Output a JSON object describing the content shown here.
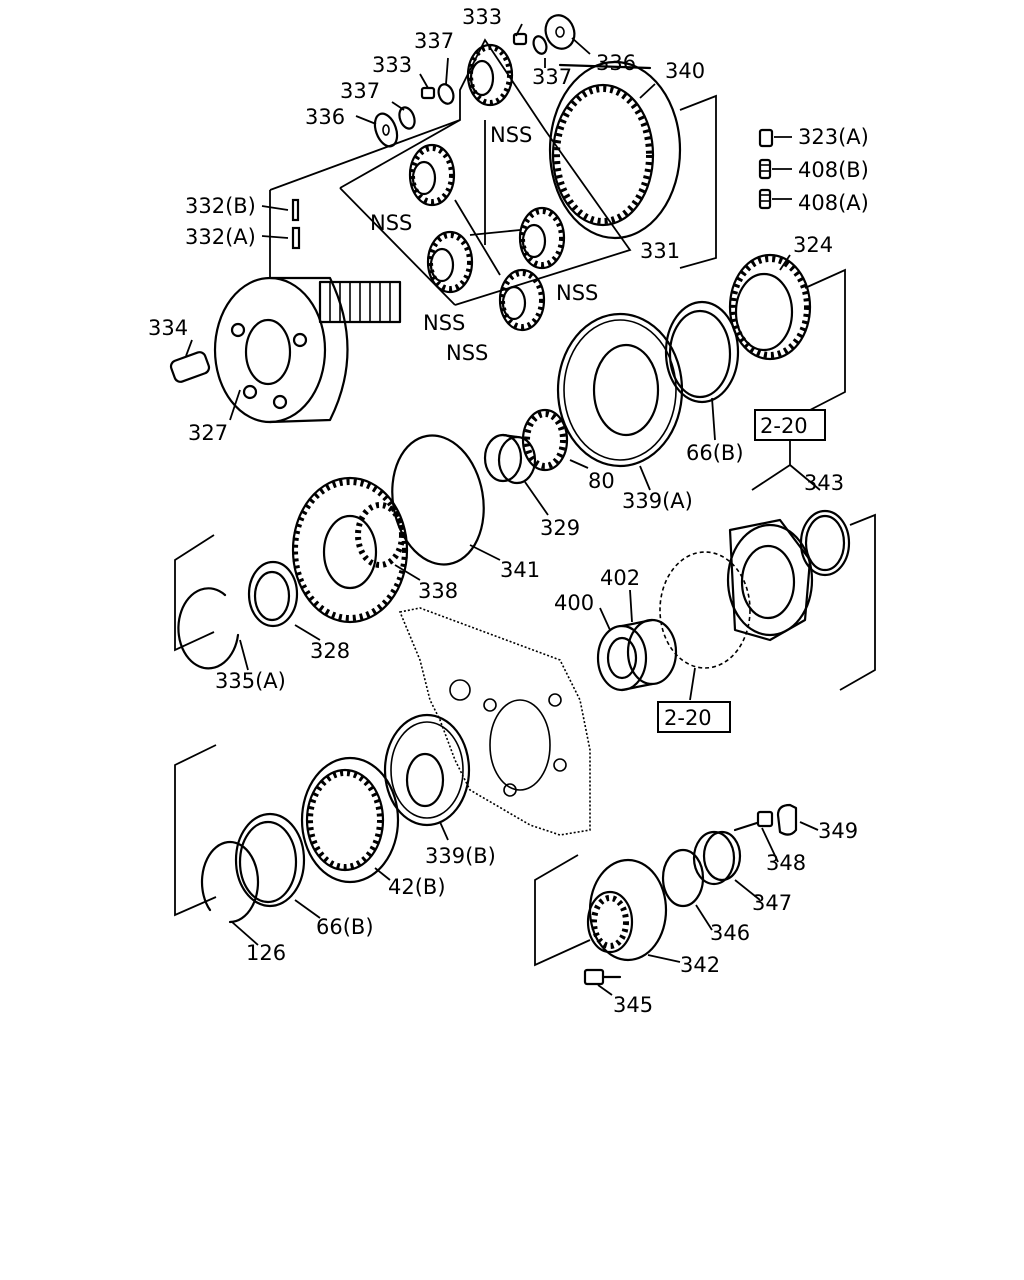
{
  "labels": {
    "p333a": "333",
    "p337a": "337",
    "p336a": "336",
    "p340": "340",
    "p333b": "333",
    "p337b": "337",
    "p337c": "337",
    "p336b": "336",
    "nss1": "NSS",
    "nss2": "NSS",
    "nss3": "NSS",
    "nss4": "NSS",
    "nss5": "NSS",
    "p323a": "323(A)",
    "p408b": "408(B)",
    "p408a": "408(A)",
    "p332b": "332(B)",
    "p332a": "332(A)",
    "p331": "331",
    "p324": "324",
    "p334": "334",
    "p327": "327",
    "p66b1": "66(B)",
    "p80": "80",
    "p339a": "339(A)",
    "p329": "329",
    "ref1": "2-20",
    "p343": "343",
    "p341": "341",
    "p338": "338",
    "p402": "402",
    "p400": "400",
    "p328": "328",
    "p335a": "335(A)",
    "ref2": "2-20",
    "p349": "349",
    "p348": "348",
    "p339b": "339(B)",
    "p347": "347",
    "p42b": "42(B)",
    "p346": "346",
    "p66b2": "66(B)",
    "p126": "126",
    "p342": "342",
    "p345": "345"
  }
}
